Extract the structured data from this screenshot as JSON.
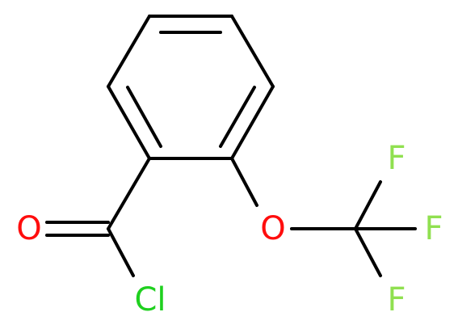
{
  "molecule": {
    "atoms": {
      "carbonyl_oxygen": {
        "symbol": "O",
        "color": "#ff0d0d"
      },
      "chlorine": {
        "symbol": "Cl",
        "color": "#1fd01f"
      },
      "ether_oxygen": {
        "symbol": "O",
        "color": "#ff0d0d"
      },
      "fluorine_top": {
        "symbol": "F",
        "color": "#90e050"
      },
      "fluorine_right": {
        "symbol": "F",
        "color": "#90e050"
      },
      "fluorine_bottom": {
        "symbol": "F",
        "color": "#90e050"
      }
    },
    "bond_color": "#000000"
  }
}
